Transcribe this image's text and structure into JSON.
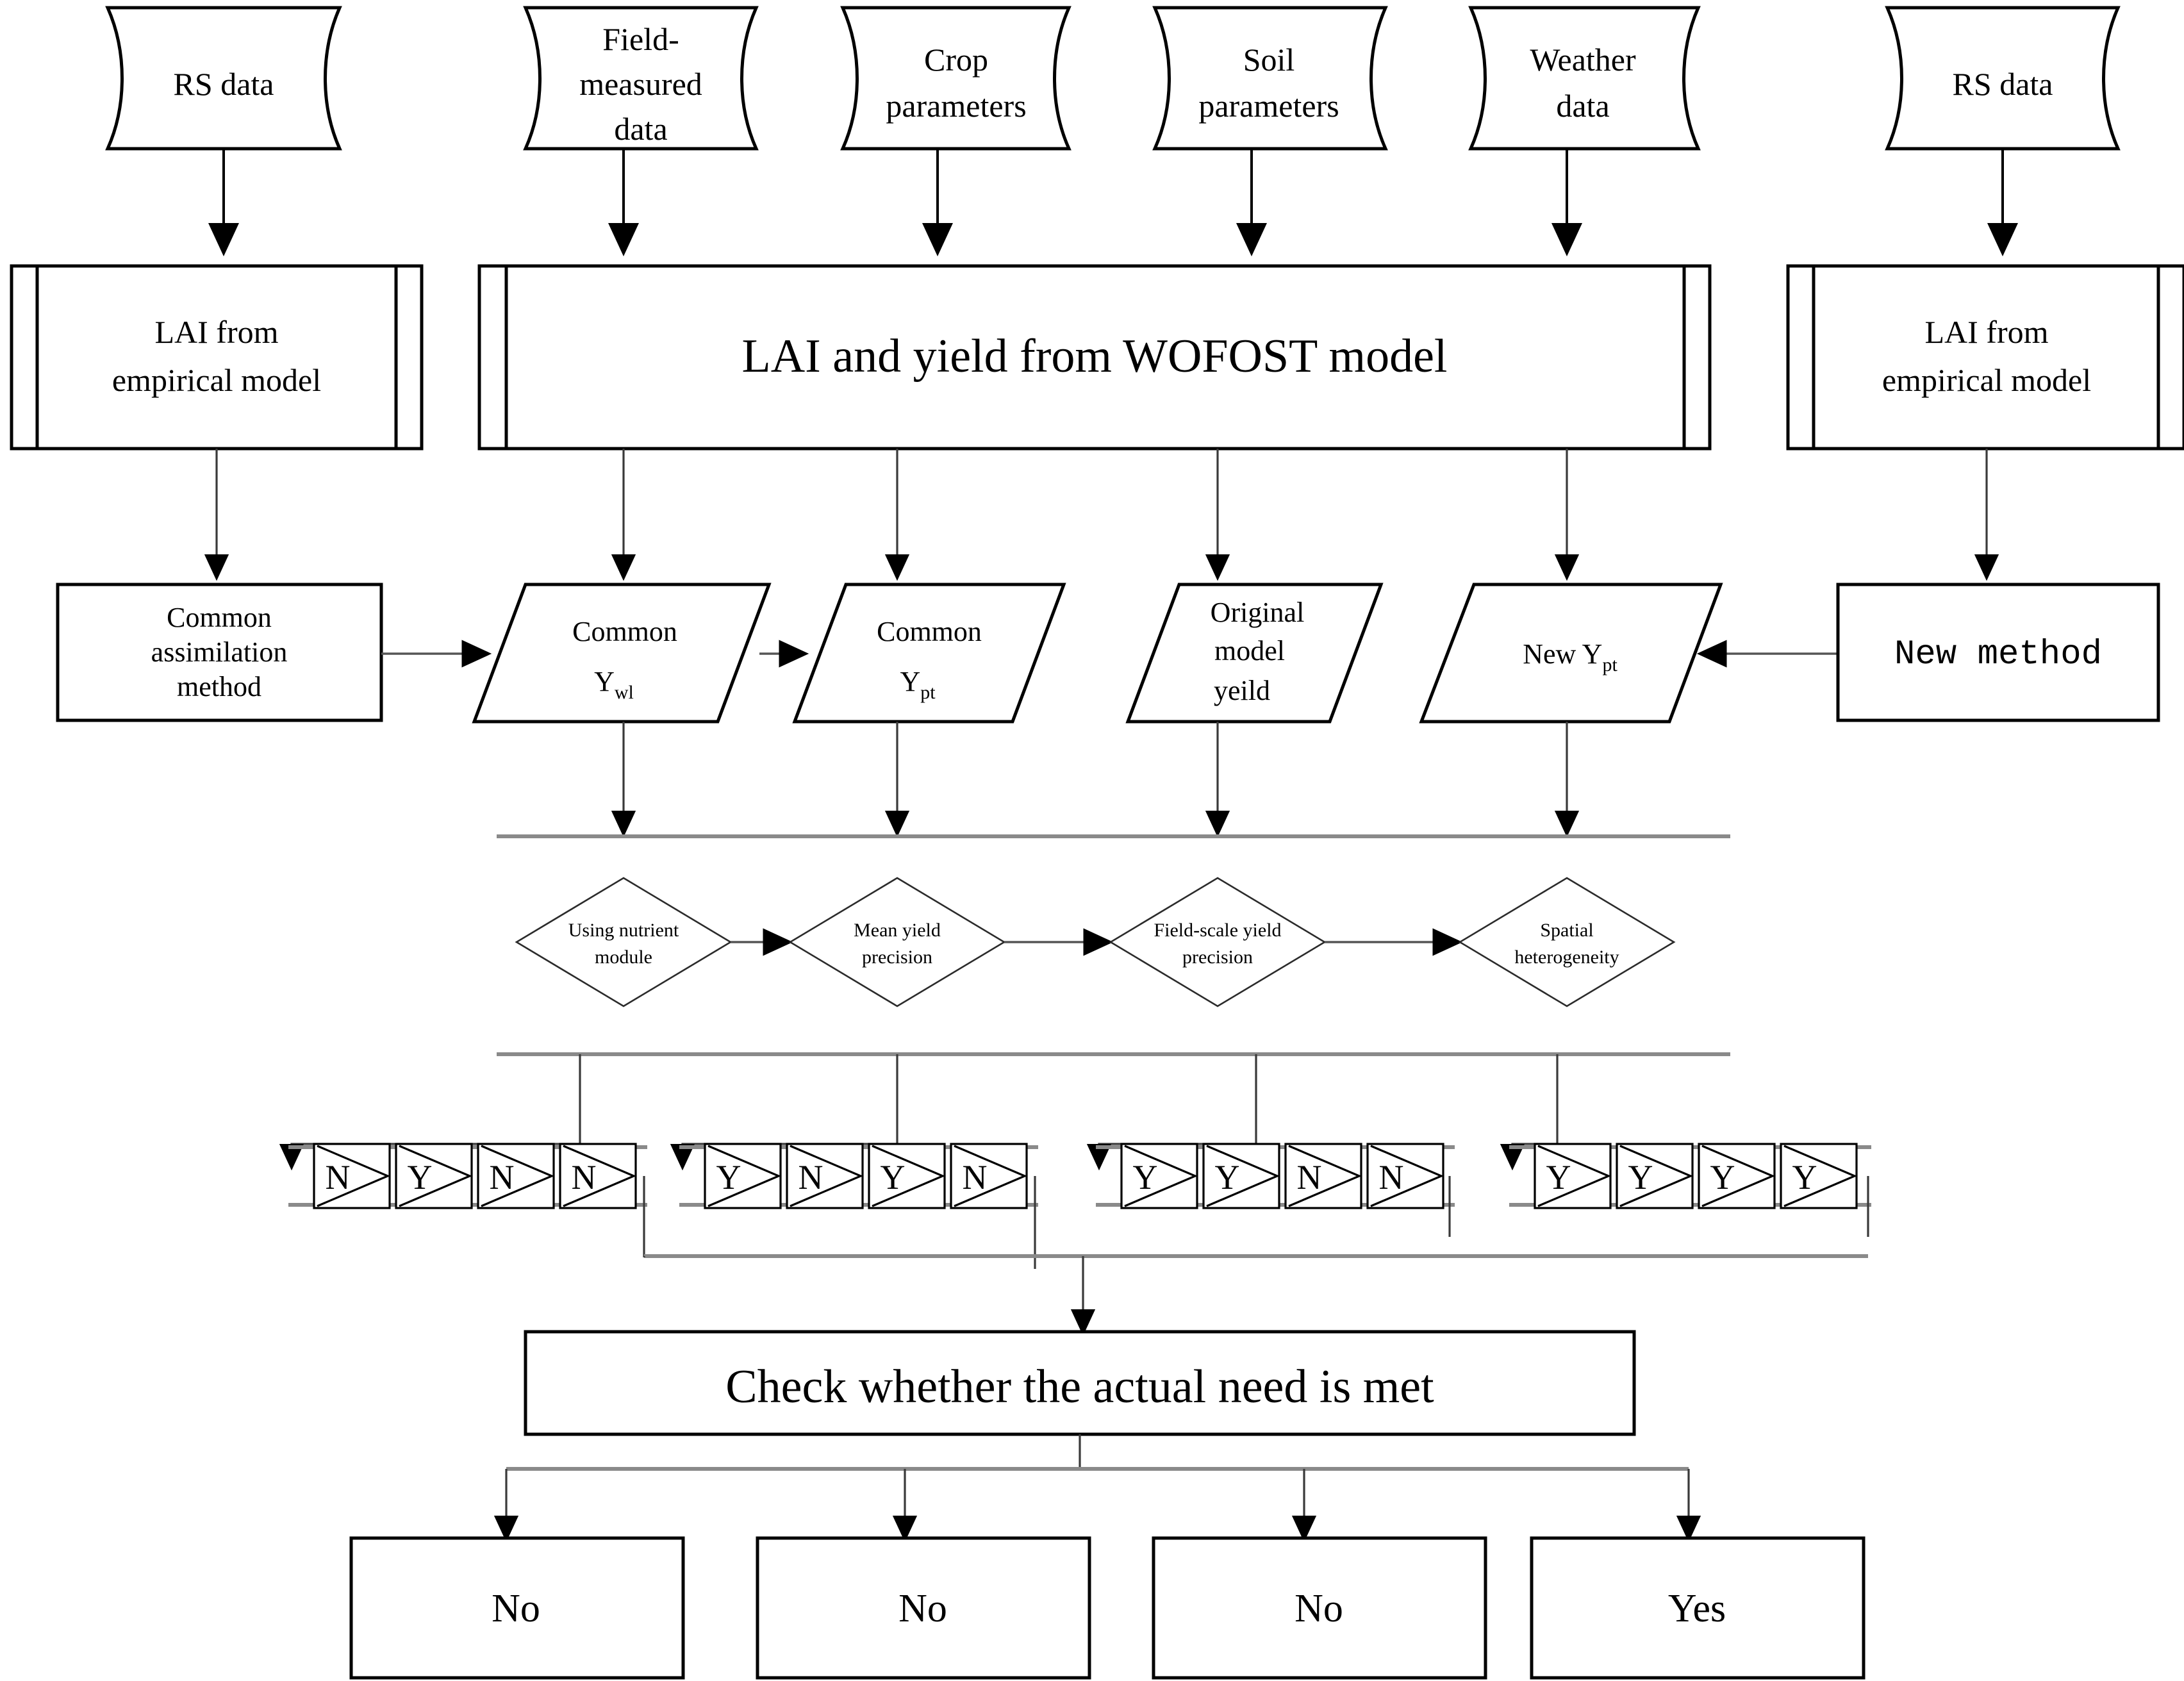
{
  "diagram": {
    "title": "WOFOST LAI and yield assimilation flowchart",
    "colors": {
      "stroke": "#000000",
      "fill": "#ffffff",
      "faint": "#8a8a8a"
    },
    "data_sources": [
      {
        "id": "rs-data-left",
        "label": "RS data",
        "lines": [
          "RS data"
        ]
      },
      {
        "id": "field-measured-data",
        "label": "Field-measured data",
        "lines": [
          "Field-",
          "measured",
          "data"
        ]
      },
      {
        "id": "crop-parameters",
        "label": "Crop parameters",
        "lines": [
          "Crop",
          "parameters"
        ]
      },
      {
        "id": "soil-parameters",
        "label": "Soil parameters",
        "lines": [
          "Soil",
          "parameters"
        ]
      },
      {
        "id": "weather-data",
        "label": "Weather data",
        "lines": [
          "Weather",
          "data"
        ]
      },
      {
        "id": "rs-data-right",
        "label": "RS data",
        "lines": [
          "RS data"
        ]
      }
    ],
    "processes": [
      {
        "id": "lai-empirical-left",
        "lines": [
          "LAI from",
          "empirical model"
        ]
      },
      {
        "id": "wofost-model",
        "lines": [
          "LAI and yield from WOFOST model"
        ]
      },
      {
        "id": "lai-empirical-right",
        "lines": [
          "LAI from",
          "empirical model"
        ]
      }
    ],
    "methods": [
      {
        "id": "common-assimilation-method",
        "lines": [
          "Common",
          "assimilation",
          "method"
        ],
        "font": "serif"
      },
      {
        "id": "new-method",
        "lines": [
          "New method"
        ],
        "font": "mono"
      }
    ],
    "outputs": [
      {
        "id": "common-ywl",
        "line1": "Common",
        "base": "Y",
        "sub": "wl"
      },
      {
        "id": "common-ypt",
        "line1": "Common",
        "base": "Y",
        "sub": "pt"
      },
      {
        "id": "original-model-yeild",
        "lines": [
          "Original",
          "model",
          "yeild"
        ]
      },
      {
        "id": "new-ypt",
        "line1": "New ",
        "base": "Y",
        "sub": "pt",
        "inline": true
      }
    ],
    "decisions": [
      {
        "id": "using-nutrient-module",
        "lines": [
          "Using nutrient",
          "module"
        ]
      },
      {
        "id": "mean-yield-precision",
        "lines": [
          "Mean yield",
          "precision"
        ]
      },
      {
        "id": "field-scale-yield-precision",
        "lines": [
          "Field-scale yield",
          "precision"
        ]
      },
      {
        "id": "spatial-heterogeneity",
        "lines": [
          "Spatial",
          "heterogeneity"
        ]
      }
    ],
    "answer_groups": [
      {
        "id": "answer-group-1",
        "values": [
          "N",
          "Y",
          "N",
          "N"
        ]
      },
      {
        "id": "answer-group-2",
        "values": [
          "Y",
          "N",
          "Y",
          "N"
        ]
      },
      {
        "id": "answer-group-3",
        "values": [
          "Y",
          "Y",
          "N",
          "N"
        ]
      },
      {
        "id": "answer-group-4",
        "values": [
          "Y",
          "Y",
          "Y",
          "Y"
        ]
      }
    ],
    "check_box": {
      "id": "check-actual-need",
      "label": "Check whether the actual need is met"
    },
    "results": [
      {
        "id": "result-1",
        "label": "No"
      },
      {
        "id": "result-2",
        "label": "No"
      },
      {
        "id": "result-3",
        "label": "No"
      },
      {
        "id": "result-4",
        "label": "Yes"
      }
    ]
  }
}
